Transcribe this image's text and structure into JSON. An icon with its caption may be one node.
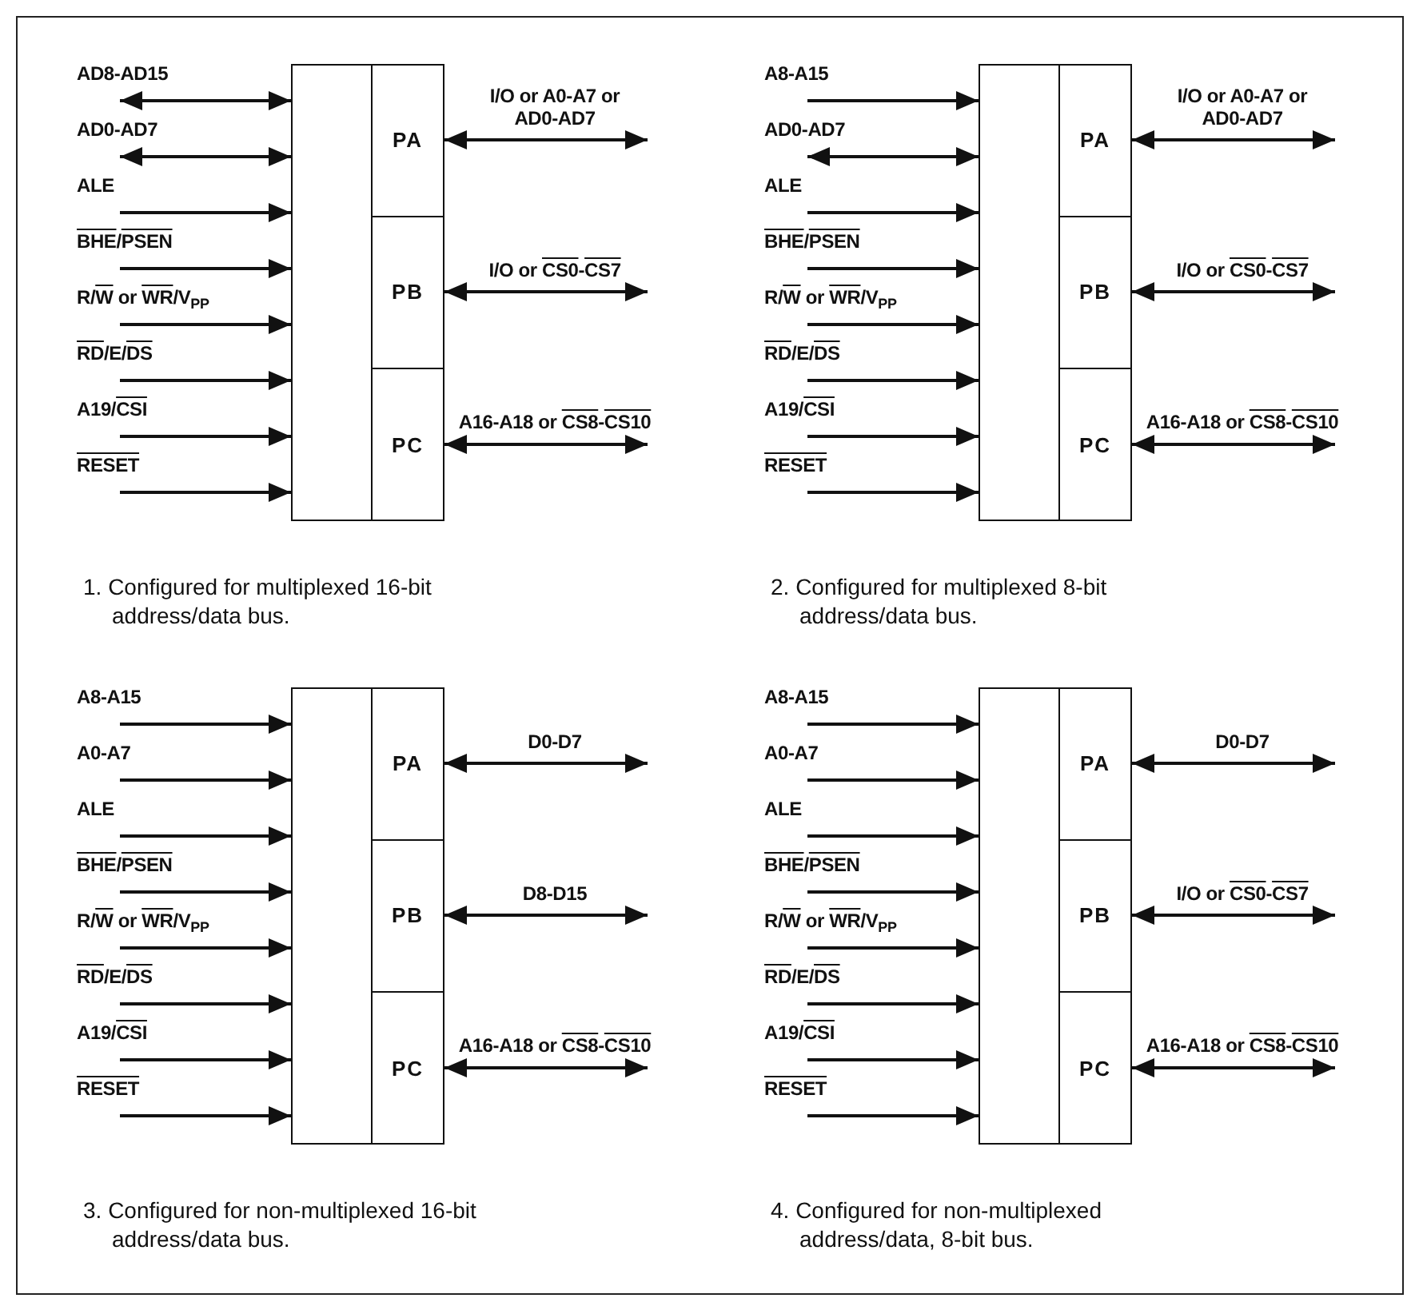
{
  "diagram": {
    "nodes": [
      {
        "text": [],
        "shape": "box"
      },
      {
        "text": [
          "PA"
        ],
        "in": 0
      },
      {
        "text": [
          "PB"
        ],
        "in": 0
      },
      {
        "text": [
          "PC"
        ],
        "in": 0
      },
      {
        "text": [],
        "shape": "box"
      },
      {
        "text": [
          "PA"
        ],
        "in": 4
      },
      {
        "text": [
          "PB"
        ],
        "in": 4
      },
      {
        "text": [
          "PC"
        ],
        "in": 4
      },
      {
        "text": [],
        "shape": "box"
      },
      {
        "text": [
          "PA"
        ],
        "in": 8
      },
      {
        "text": [
          "PB"
        ],
        "in": 8
      },
      {
        "text": [
          "PC"
        ],
        "in": 8
      },
      {
        "text": [],
        "shape": "box"
      },
      {
        "text": [
          "PA"
        ],
        "in": 12
      },
      {
        "text": [
          "PB"
        ],
        "in": 12
      },
      {
        "text": [
          "PC"
        ],
        "in": 12
      }
    ],
    "edges": [
      {
        "from": null,
        "to": 0,
        "arrow": "both",
        "label": "AD8-AD15"
      },
      {
        "from": null,
        "to": 0,
        "arrow": "both",
        "label": "AD0-AD7"
      },
      {
        "from": null,
        "to": 0,
        "arrow": "to",
        "label": "ALE"
      },
      {
        "from": null,
        "to": 0,
        "arrow": "to",
        "label": "BHE/PSEN"
      },
      {
        "from": null,
        "to": 0,
        "arrow": "to",
        "label": "R/W or WR/V$_{PP}$"
      },
      {
        "from": null,
        "to": 0,
        "arrow": "to",
        "label": "RD/E/DS"
      },
      {
        "from": null,
        "to": 0,
        "arrow": "to",
        "label": "A19/CSI"
      },
      {
        "from": null,
        "to": 0,
        "arrow": "to",
        "label": "RESET"
      },
      {
        "from": 1,
        "to": null,
        "arrow": "both",
        "label": "I/O or A0-A7 or AD0-AD7"
      },
      {
        "from": 2,
        "to": null,
        "arrow": "both",
        "label": "I/O or CS0-CS7"
      },
      {
        "from": 3,
        "to": null,
        "arrow": "both",
        "label": "A16-A18 or CS8-CS10"
      },
      {
        "from": null,
        "to": 4,
        "arrow": "to",
        "label": "A8-A15"
      },
      {
        "from": null,
        "to": 4,
        "arrow": "both",
        "label": "AD0-AD7"
      },
      {
        "from": null,
        "to": 4,
        "arrow": "to",
        "label": "ALE"
      },
      {
        "from": null,
        "to": 4,
        "arrow": "to",
        "label": "BHE/PSEN"
      },
      {
        "from": null,
        "to": 4,
        "arrow": "to",
        "label": "R/W or WR/V$_{PP}$"
      },
      {
        "from": null,
        "to": 4,
        "arrow": "to",
        "label": "RD/E/DS"
      },
      {
        "from": null,
        "to": 4,
        "arrow": "to",
        "label": "A19/CSI"
      },
      {
        "from": null,
        "to": 4,
        "arrow": "to",
        "label": "RESET"
      },
      {
        "from": 5,
        "to": null,
        "arrow": "both",
        "label": "I/O or A0-A7 or AD0-AD7"
      },
      {
        "from": 6,
        "to": null,
        "arrow": "both",
        "label": "I/O or CS0-CS7"
      },
      {
        "from": 7,
        "to": null,
        "arrow": "both",
        "label": "A16-A18 or CS8-CS10"
      },
      {
        "from": null,
        "to": 8,
        "arrow": "to",
        "label": "A8-A15"
      },
      {
        "from": null,
        "to": 8,
        "arrow": "to",
        "label": "A0-A7"
      },
      {
        "from": null,
        "to": 8,
        "arrow": "to",
        "label": "ALE"
      },
      {
        "from": null,
        "to": 8,
        "arrow": "to",
        "label": "BHE/PSEN"
      },
      {
        "from": null,
        "to": 8,
        "arrow": "to",
        "label": "R/W or WR/V$_{PP}$"
      },
      {
        "from": null,
        "to": 8,
        "arrow": "to",
        "label": "RD/E/DS"
      },
      {
        "from": null,
        "to": 8,
        "arrow": "to",
        "label": "A19/CSI"
      },
      {
        "from": null,
        "to": 8,
        "arrow": "to",
        "label": "RESET"
      },
      {
        "from": 9,
        "to": null,
        "arrow": "both",
        "label": "D0-D7"
      },
      {
        "from": 10,
        "to": null,
        "arrow": "both",
        "label": "D8-D15"
      },
      {
        "from": 11,
        "to": null,
        "arrow": "both",
        "label": "A16-A18 or CS8-CS10"
      },
      {
        "from": null,
        "to": 12,
        "arrow": "to",
        "label": "A8-A15"
      },
      {
        "from": null,
        "to": 12,
        "arrow": "to",
        "label": "A0-A7"
      },
      {
        "from": null,
        "to": 12,
        "arrow": "to",
        "label": "ALE"
      },
      {
        "from": null,
        "to": 12,
        "arrow": "to",
        "label": "BHE/PSEN"
      },
      {
        "from": null,
        "to": 12,
        "arrow": "to",
        "label": "R/W or WR/V$_{PP}$"
      },
      {
        "from": null,
        "to": 12,
        "arrow": "to",
        "label": "RD/E/DS"
      },
      {
        "from": null,
        "to": 12,
        "arrow": "to",
        "label": "A19/CSI"
      },
      {
        "from": null,
        "to": 12,
        "arrow": "to",
        "label": "RESET"
      },
      {
        "from": 13,
        "to": null,
        "arrow": "both",
        "label": "D0-D7"
      },
      {
        "from": 14,
        "to": null,
        "arrow": "both",
        "label": "I/O or CS0-CS7"
      },
      {
        "from": 15,
        "to": null,
        "arrow": "both",
        "label": "A16-A18 or CS8-CS10"
      }
    ],
    "labels": [
      "1. Configured for multiplexed 16-bit address/data bus.",
      "2. Configured for multiplexed 8-bit address/data bus.",
      "3. Configured for non-multiplexed 16-bit address/data bus.",
      "4. Configured for non-multiplexed address/data, 8-bit bus."
    ]
  }
}
